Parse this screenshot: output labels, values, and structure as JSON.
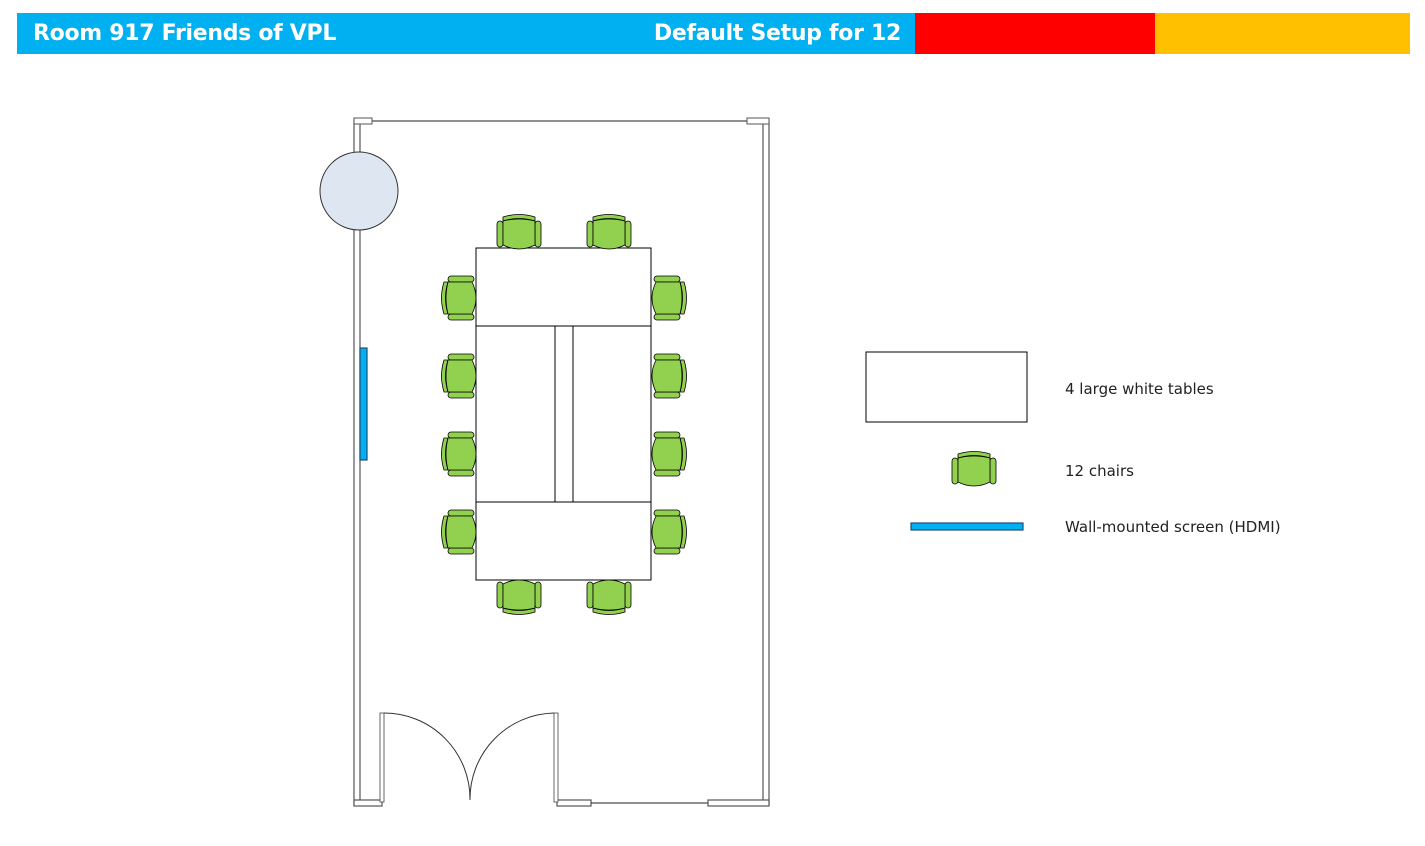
{
  "header": {
    "title": "Room 917 Friends of VPL",
    "subtitle": "Default Setup for 12",
    "colors": {
      "main": "#00b0f0",
      "red": "#ff0000",
      "amber": "#ffc000"
    }
  },
  "legend": {
    "items": [
      {
        "label": "4 large white tables",
        "icon": "table-icon"
      },
      {
        "label": "12 chairs",
        "icon": "chair-icon"
      },
      {
        "label": "Wall-mounted screen (HDMI)",
        "icon": "screen-icon"
      }
    ]
  },
  "colors": {
    "chair": "#92d050",
    "screen": "#00b0f0",
    "pillar": "#dee6f2",
    "wall": "#ffffff",
    "outline": "#000000"
  }
}
